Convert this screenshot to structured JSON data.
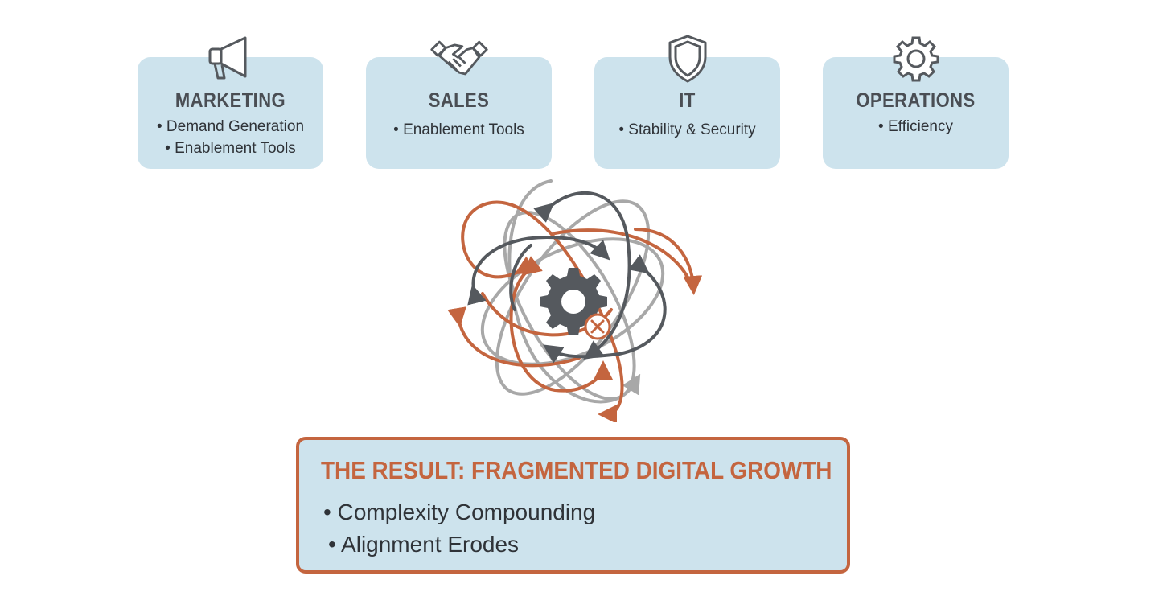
{
  "departments": [
    {
      "title": "MARKETING",
      "icon": "megaphone-icon",
      "items": [
        "Demand Generation",
        "Enablement Tools"
      ]
    },
    {
      "title": "SALES",
      "icon": "handshake-icon",
      "items": [
        "Enablement Tools"
      ]
    },
    {
      "title": "IT",
      "icon": "shield-icon",
      "items": [
        "Stability & Security"
      ]
    },
    {
      "title": "OPERATIONS",
      "icon": "gear-icon",
      "items": [
        "Efficiency"
      ]
    }
  ],
  "result": {
    "title": "THE RESULT: FRAGMENTED DIGITAL GROWTH",
    "items": [
      "Complexity Compounding",
      "Alignment Erodes"
    ]
  },
  "colors": {
    "card": "#cde3ed",
    "accent": "#c4653f",
    "dark": "#55595e",
    "light": "#a8a8a8"
  }
}
